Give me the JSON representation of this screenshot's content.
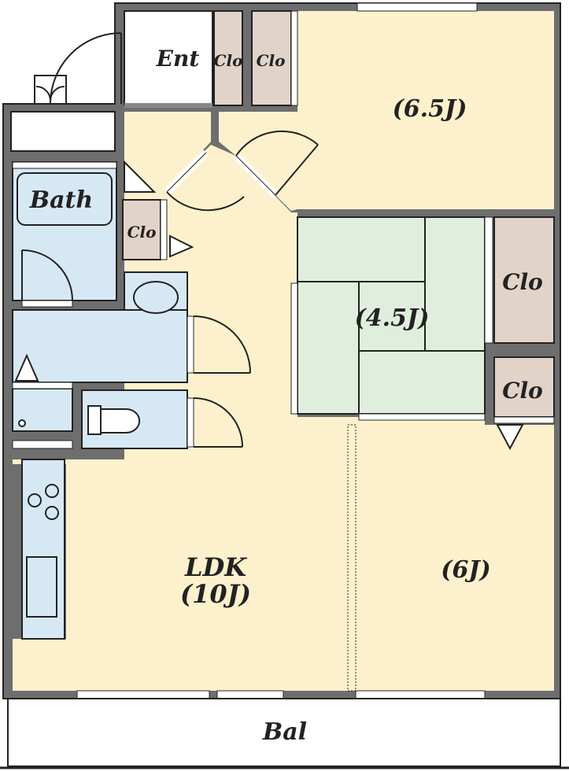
{
  "rooms": {
    "entrance": "Ent",
    "closet_ent_1": "Clo",
    "closet_ent_2": "Clo",
    "western_room_top": "(6.5J)",
    "bath": "Bath",
    "closet_hall": "Clo",
    "japanese_room": "(4.5J)",
    "closet_jp_1": "Clo",
    "closet_jp_2": "Clo",
    "ldk_name": "LDK",
    "ldk_size": "(10J)",
    "western_room_bottom": "(6J)",
    "balcony": "Bal"
  },
  "colors": {
    "wall": "#6e6e6e",
    "floor": "#fdf1cd",
    "wet_area": "#d7e8f5",
    "tatami": "#dfeedd",
    "closet": "#e2d3c9",
    "outline": "#222222"
  }
}
